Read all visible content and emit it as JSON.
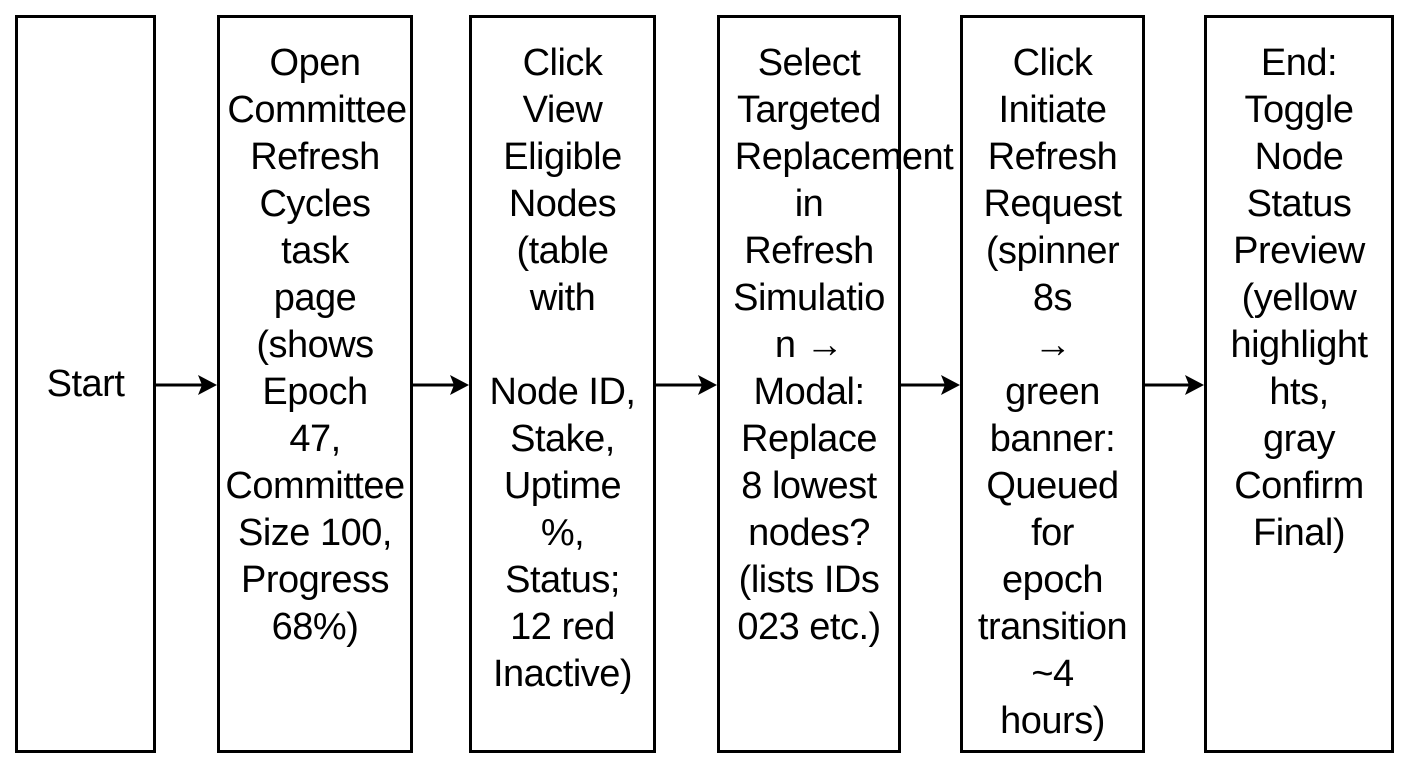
{
  "flow": {
    "steps": [
      {
        "lines": [
          "Start"
        ]
      },
      {
        "lines": [
          "Open",
          "Committee",
          "Refresh",
          "Cycles",
          "task",
          "page",
          "(shows",
          "Epoch",
          "47,",
          "Committee",
          "Size 100,",
          "Progress",
          "68%)"
        ]
      },
      {
        "lines": [
          "Click",
          "View",
          "Eligible",
          "Nodes",
          "(table",
          "with",
          "",
          "Node ID,",
          "Stake,",
          "Uptime",
          "%,",
          "Status;",
          "12 red",
          "Inactive)"
        ]
      },
      {
        "lines": [
          "Select",
          "Targeted",
          "Replacement",
          "in",
          "Refresh",
          "Simulatio",
          "n →",
          "Modal:",
          "Replace",
          "8 lowest",
          "nodes?",
          "(lists IDs",
          "023 etc.)"
        ]
      },
      {
        "lines": [
          "Click",
          "Initiate",
          "Refresh",
          "Request",
          "(spinner",
          "8s",
          "→",
          "green",
          "banner:",
          "Queued",
          "for",
          "epoch",
          "transition",
          "~4",
          "hours)"
        ]
      },
      {
        "lines": [
          "End:",
          "Toggle",
          "Node",
          "Status",
          "Preview",
          "(yellow",
          "highlight",
          "hts,",
          "gray",
          "Confirm",
          "Final)"
        ]
      }
    ]
  }
}
